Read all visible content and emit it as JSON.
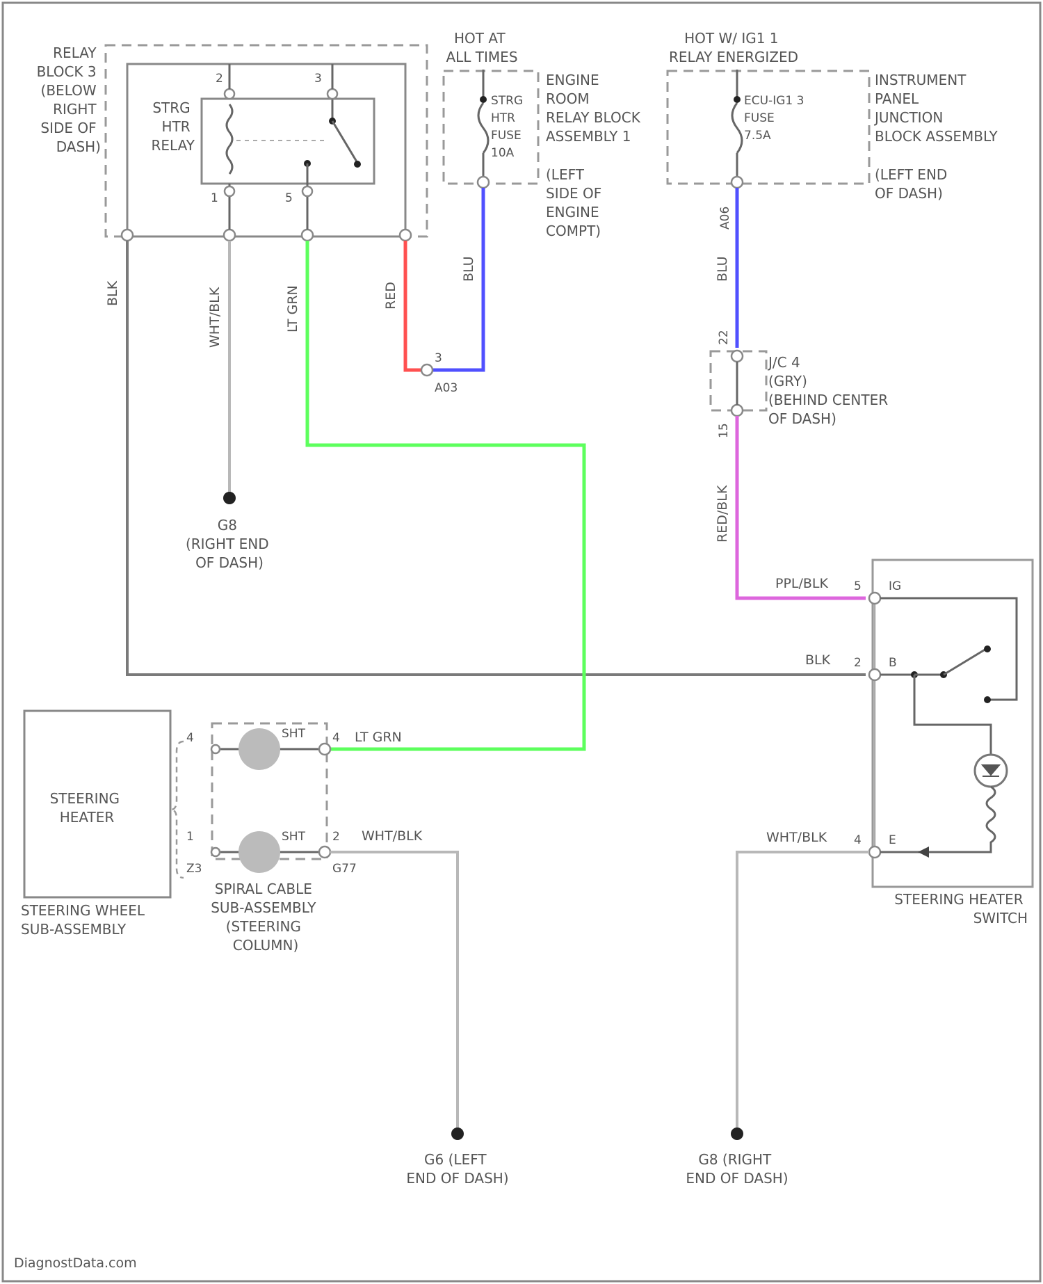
{
  "relay_block": {
    "title_lines": [
      "RELAY",
      "BLOCK 3",
      "(BELOW",
      "RIGHT",
      "SIDE OF",
      "DASH)"
    ],
    "relay_name_lines": [
      "STRG",
      "HTR",
      "RELAY"
    ],
    "pin_top_left": "2",
    "pin_top_right": "3",
    "pin_bottom_left": "1",
    "pin_bottom_right": "5"
  },
  "fuse_left": {
    "hot_lines": [
      "HOT AT",
      "ALL TIMES"
    ],
    "fuse_lines": [
      "STRG",
      "HTR",
      "FUSE",
      "10A"
    ],
    "location_lines": [
      "ENGINE",
      "ROOM",
      "RELAY BLOCK",
      "ASSEMBLY 1"
    ],
    "side_lines": [
      "(LEFT",
      "SIDE OF",
      "ENGINE",
      "COMPT)"
    ]
  },
  "fuse_right": {
    "hot_lines": [
      "HOT W/ IG1 1",
      "RELAY ENERGIZED"
    ],
    "fuse_lines": [
      "ECU-IG1 3",
      "FUSE",
      "7.5A"
    ],
    "location_lines": [
      "INSTRUMENT",
      "PANEL",
      "JUNCTION",
      "BLOCK ASSEMBLY"
    ],
    "side_lines": [
      "(LEFT END",
      "OF DASH)"
    ]
  },
  "wires": {
    "blk": "BLK",
    "wht_blk": "WHT/BLK",
    "lt_grn": "LT GRN",
    "red": "RED",
    "blu_left": "BLU",
    "blu_right": "BLU",
    "red_blk": "RED/BLK",
    "ppl_blk": "PPL/BLK",
    "blk_switch": "BLK",
    "wht_blk_switch": "WHT/BLK",
    "lt_grn_spiral": "LT GRN",
    "wht_blk_spiral": "WHT/BLK"
  },
  "junction_a03": {
    "pin": "3",
    "name": "A03"
  },
  "connector_a06": "A06",
  "jc4": {
    "pin_top": "22",
    "pin_bottom": "15",
    "label_lines": [
      "J/C 4",
      "(GRY)",
      "(BEHIND CENTER",
      "OF DASH)"
    ]
  },
  "ground_g8_top": {
    "name_lines": [
      "G8",
      "(RIGHT END",
      "OF DASH)"
    ]
  },
  "ground_g6_bottom": {
    "name_lines": [
      "G6 (LEFT",
      "END OF DASH)"
    ]
  },
  "ground_g8_bottom": {
    "name_lines": [
      "G8 (RIGHT",
      "END OF DASH)"
    ]
  },
  "steering_heater": {
    "box_lines": [
      "STEERING",
      "HEATER"
    ],
    "caption_lines": [
      "STEERING WHEEL",
      "SUB-ASSEMBLY"
    ],
    "pin_top": "4",
    "pin_bottom": "1",
    "conn_code": "Z3"
  },
  "spiral_cable": {
    "caption_lines": [
      "SPIRAL CABLE",
      "SUB-ASSEMBLY",
      "(STEERING",
      "COLUMN)"
    ],
    "sht_top": "SHT",
    "sht_bottom": "SHT",
    "pin_top": "4",
    "pin_bottom": "2",
    "conn_code": "G77"
  },
  "heater_switch": {
    "caption_lines": [
      "STEERING HEATER",
      "SWITCH"
    ],
    "pin_ig": "5",
    "label_ig": "IG",
    "pin_b": "2",
    "label_b": "B",
    "pin_e": "4",
    "label_e": "E"
  },
  "watermark": "DiagnostData.com"
}
